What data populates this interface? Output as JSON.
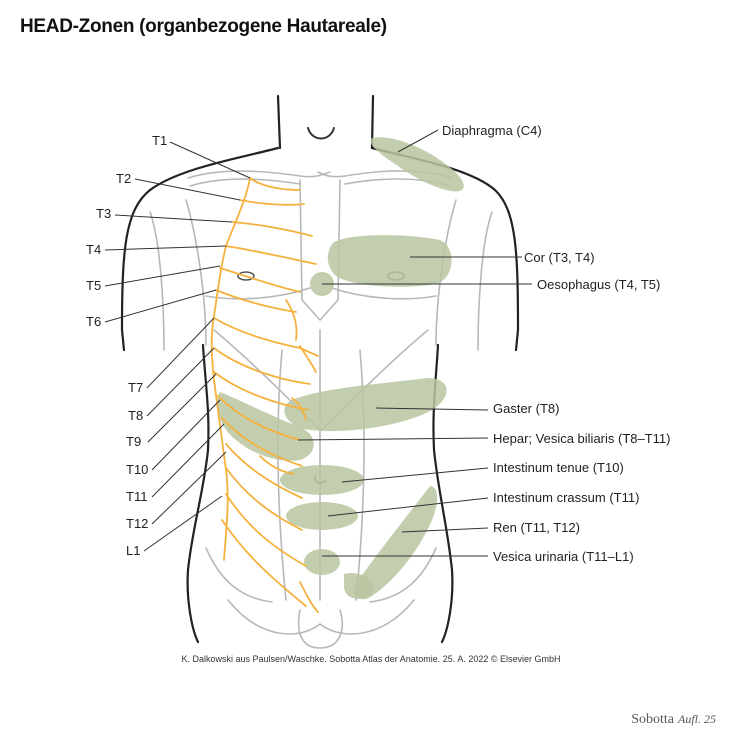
{
  "title": "HEAD-Zonen (organbezogene Hautareale)",
  "segments_left": [
    "T1",
    "T2",
    "T3",
    "T4",
    "T5",
    "T6",
    "T7",
    "T8",
    "T9",
    "T10",
    "T11",
    "T12",
    "L1"
  ],
  "organs_right": [
    "Diaphragma (C4)",
    "Cor (T3, T4)",
    "Oesophagus (T4, T5)",
    "Gaster (T8)",
    "Hepar; Vesica biliaris (T8–T11)",
    "Intestinum tenue (T10)",
    "Intestinum crassum (T11)",
    "Ren (T11, T12)",
    "Vesica urinaria (T11–L1)"
  ],
  "credit": "K. Dalkowski aus Paulsen/Waschke. Sobotta Atlas der Anatomie. 25. A. 2022 © Elsevier GmbH",
  "brand": {
    "name": "Sobotta",
    "edition": "Aufl. 25"
  },
  "colors": {
    "zone_green": "#b9c6a0",
    "dermatome_orange": "#f5b13d",
    "body_outline": "#222222",
    "anatomy_gray": "#b8b8b8"
  }
}
